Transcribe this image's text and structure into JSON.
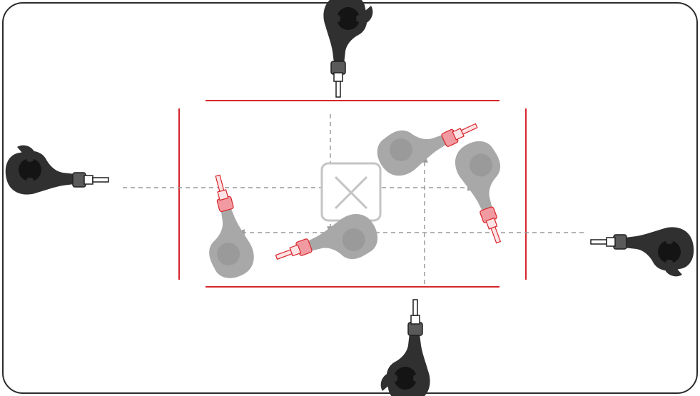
{
  "diagram": {
    "colors": {
      "frame": "#2b2b2b",
      "boundary": "#d6262b",
      "path": "#9a9a9a",
      "center_marker": "#c4c4c4",
      "operator_dark": "#303030",
      "operator_head": "#141414",
      "operator_ghost": "#a8a8a8",
      "operator_ghost_head": "#9a9a9a",
      "tool_dark": "#5a5a5a",
      "tool_highlight": "#f29aa1",
      "tool_highlight_stroke": "#d6262b"
    },
    "icons": {
      "operator": "person-topdown-icon",
      "tool": "handheld-device-icon",
      "center": "close-x-icon"
    },
    "operators": [
      {
        "id": "top",
        "facing": "down"
      },
      {
        "id": "left",
        "facing": "right"
      },
      {
        "id": "right",
        "facing": "left"
      },
      {
        "id": "bottom",
        "facing": "up"
      }
    ]
  }
}
